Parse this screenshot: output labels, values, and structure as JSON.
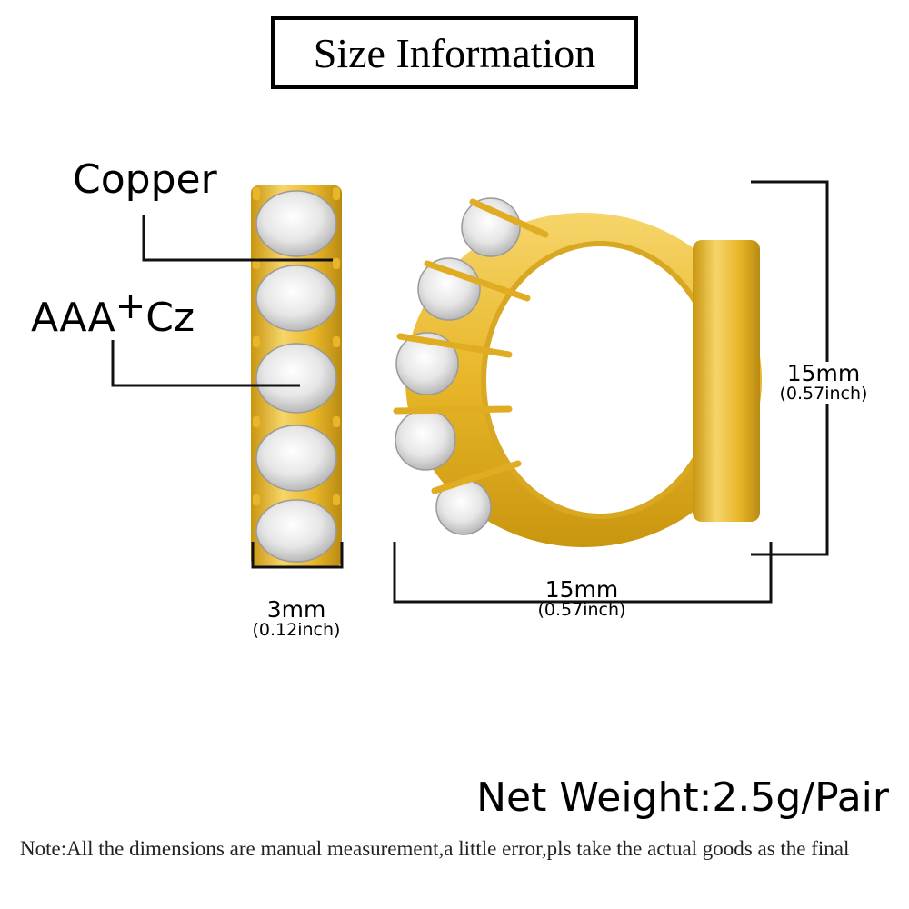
{
  "title": "Size Information",
  "callouts": {
    "material": "Copper",
    "stone_prefix": "AAA",
    "stone_plus": "+",
    "stone_suffix": "Cz"
  },
  "dimensions": {
    "width_mm": "3mm",
    "width_inch": "(0.12inch)",
    "diameter_h_mm": "15mm",
    "diameter_h_inch": "(0.57inch)",
    "diameter_v_mm": "15mm",
    "diameter_v_inch": "(0.57inch)"
  },
  "net_weight": "Net Weight:2.5g/Pair",
  "note": "Note:All the dimensions are manual measurement,a little error,pls take the actual goods as the final",
  "colors": {
    "gold": "#e8b628",
    "gold_light": "#f6d56a",
    "gold_dark": "#b98a12",
    "stone": "#eeeeee"
  }
}
